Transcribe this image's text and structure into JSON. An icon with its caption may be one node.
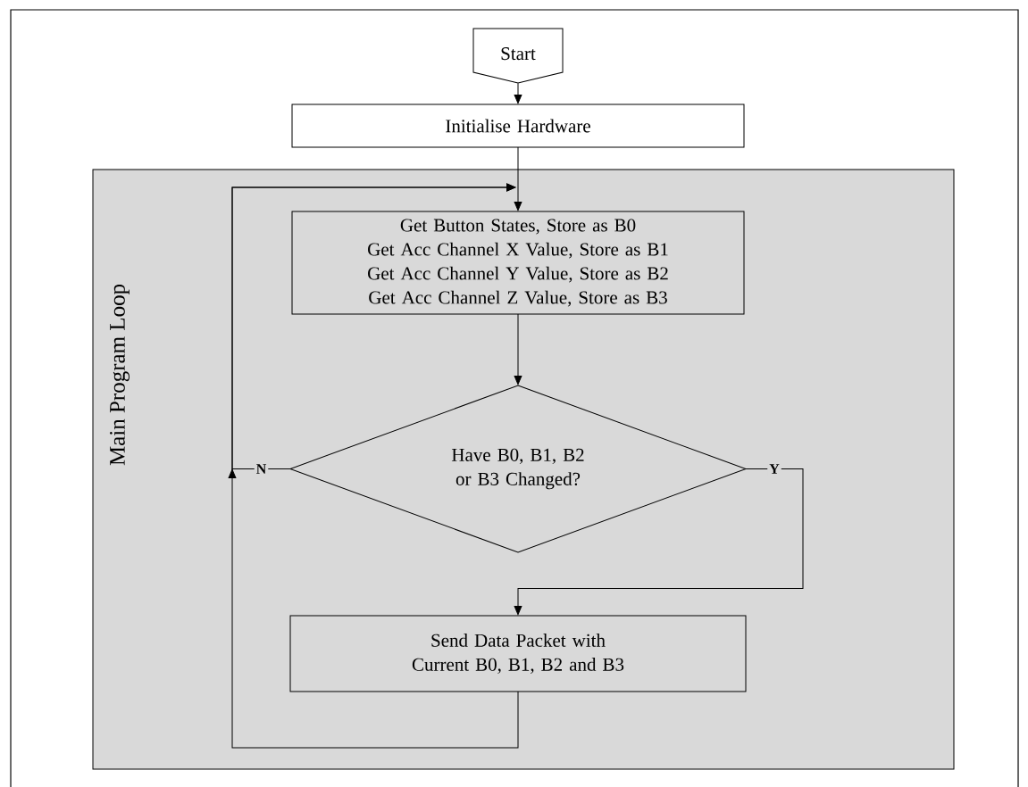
{
  "diagram": {
    "nodes": [
      {
        "text": [
          "Start"
        ]
      },
      {
        "text": [
          "Initialise Hardware"
        ]
      },
      {
        "text": [
          "Main Program Loop"
        ]
      },
      {
        "text": [
          "Get Button States, Store as B0",
          "Get Acc Channel X Value, Store as B1",
          "Get Acc Channel Y Value, Store as B2",
          "Get Acc Channel Z Value, Store as B3"
        ],
        "in": 2
      },
      {
        "text": [
          "Have B0, B1, B2 or B3 Changed?"
        ],
        "in": 2
      },
      {
        "text": [
          "Send Data Packet with Current B0, B1, B2 and B3"
        ],
        "in": 2
      }
    ],
    "edges": [
      {
        "from": 0,
        "to": 1,
        "arrow": "to"
      },
      {
        "from": 1,
        "to": 3,
        "arrow": "to"
      },
      {
        "from": 3,
        "to": 4,
        "arrow": "to"
      },
      {
        "from": 4,
        "to": 5,
        "arrow": "to",
        "label": "Y"
      },
      {
        "from": 4,
        "to": 3,
        "arrow": "to",
        "label": "N"
      },
      {
        "from": 5,
        "to": 3,
        "arrow": "to"
      }
    ]
  }
}
